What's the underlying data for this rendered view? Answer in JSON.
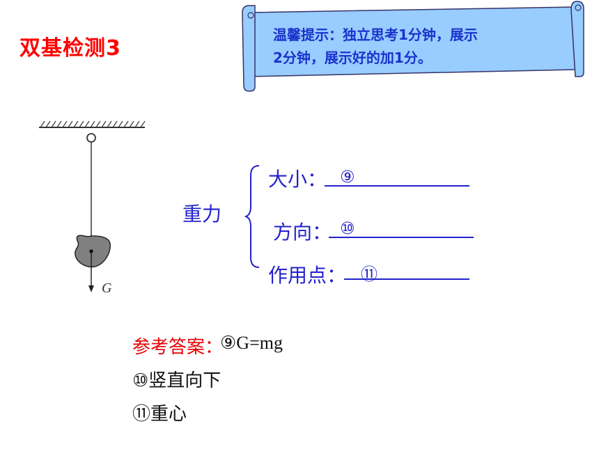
{
  "title": "双基检测3",
  "tip": {
    "line1": "温馨提示：独立思考1分钟，展示",
    "line2": "2分钟，展示好的加1分。"
  },
  "diagram": {
    "force_symbol": "G"
  },
  "gravity": {
    "label": "重力",
    "size_label": "大小：",
    "size_blank": "⑨",
    "direction_label": "方向：",
    "direction_blank": "⑩",
    "point_label": "作用点：",
    "point_blank": "⑪"
  },
  "answers": {
    "label": "参考答案：",
    "a9": "⑨G=mg",
    "a10": "⑩竖直向下",
    "a11": "⑪重心"
  },
  "colors": {
    "title": "#ff0000",
    "tip_text": "#1a33cc",
    "scroll_fill": "#99ccff",
    "body_text": "#2222cc",
    "answer_label": "#e60000"
  }
}
